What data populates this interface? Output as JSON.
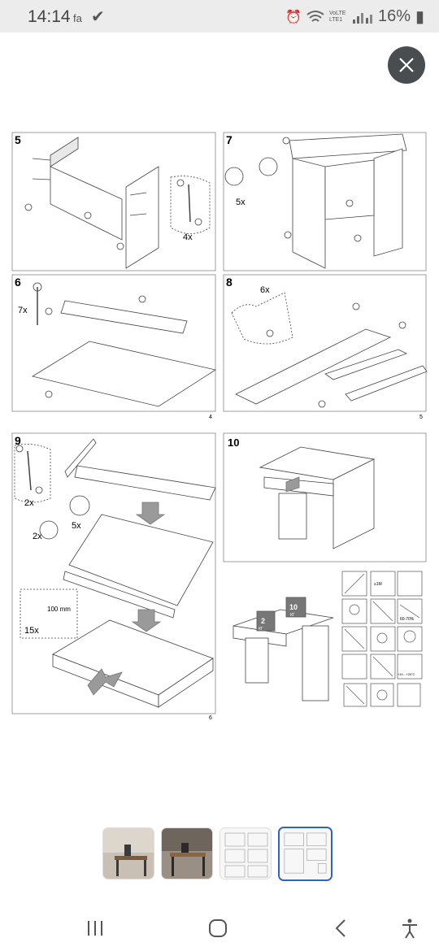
{
  "status_bar": {
    "time": "14:14",
    "indicator": "fa",
    "network": "VoLTE LTE1",
    "battery": "16%"
  },
  "instructions": {
    "steps": [
      "5",
      "6",
      "7",
      "8",
      "9",
      "10"
    ],
    "page_numbers": [
      "4",
      "5",
      "6"
    ],
    "quantities": {
      "step5_screws": "4x",
      "step6_pins": "7x",
      "step7_cams": "5x",
      "step8_dowels": "6x",
      "step9_screws": "2x",
      "step9_cams_a": "5x",
      "step9_cams_b": "2x",
      "step9_nails": "15x"
    },
    "measure": "100 mm",
    "weights": [
      {
        "value": "2",
        "unit": "КГ"
      },
      {
        "value": "10",
        "unit": "КГ"
      }
    ],
    "care_labels": {
      "humidity": "60-70%",
      "temperature": "+10...+25°C",
      "distance": "≥1M"
    }
  },
  "gallery": {
    "thumbnails": [
      {
        "label": "desk-photo-1",
        "active": false
      },
      {
        "label": "desk-photo-2",
        "active": false
      },
      {
        "label": "instructions-page-1",
        "active": false
      },
      {
        "label": "instructions-page-2",
        "active": true
      }
    ]
  }
}
